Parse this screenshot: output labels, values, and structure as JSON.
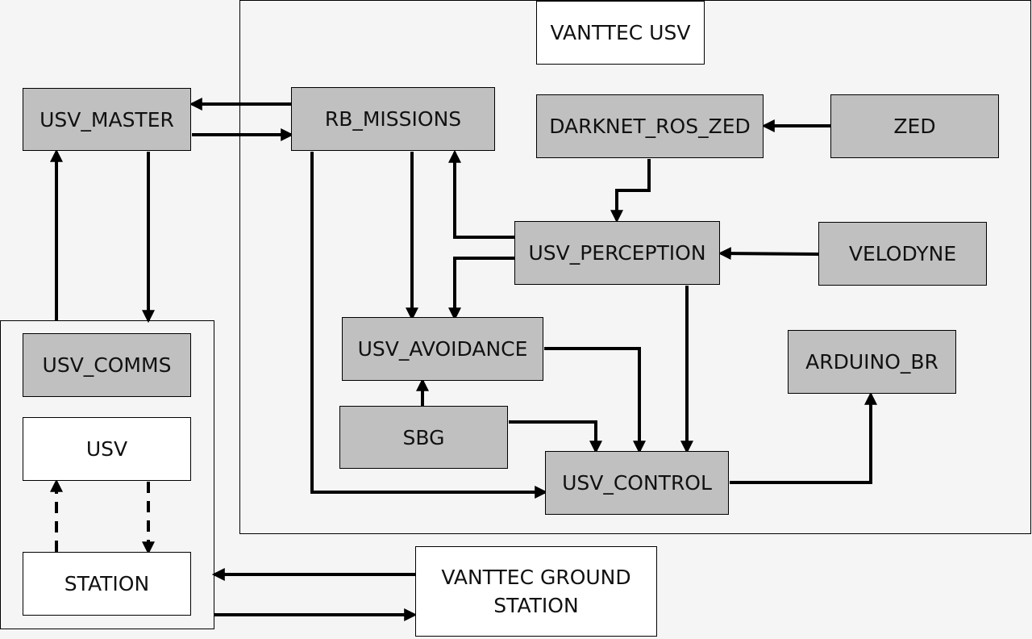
{
  "diagram": {
    "nodes": {
      "vanttec_usv_title": "VANTTEC USV",
      "usv_master": "USV_MASTER",
      "rb_missions": "RB_MISSIONS",
      "darknet_ros_zed": "DARKNET_ROS_ZED",
      "zed": "ZED",
      "usv_perception": "USV_PERCEPTION",
      "velodyne": "VELODYNE",
      "usv_avoidance": "USV_AVOIDANCE",
      "arduino_br": "ARDUINO_BR",
      "sbg": "SBG",
      "usv_control": "USV_CONTROL",
      "usv_comms": "USV_COMMS",
      "usv": "USV",
      "station": "STATION",
      "vanttec_ground_station": "VANTTEC GROUND\nSTATION"
    },
    "colors": {
      "processing_node": "#c0c0c0",
      "io_node": "#ffffff",
      "background": "#f5f5f5",
      "line": "#000000"
    },
    "connections": [
      {
        "from": "rb_missions",
        "to": "usv_master",
        "style": "solid"
      },
      {
        "from": "usv_master",
        "to": "rb_missions",
        "style": "solid"
      },
      {
        "from": "zed",
        "to": "darknet_ros_zed",
        "style": "solid"
      },
      {
        "from": "darknet_ros_zed",
        "to": "usv_perception",
        "style": "solid"
      },
      {
        "from": "velodyne",
        "to": "usv_perception",
        "style": "solid"
      },
      {
        "from": "usv_perception",
        "to": "rb_missions",
        "style": "solid"
      },
      {
        "from": "usv_perception",
        "to": "usv_avoidance",
        "style": "solid"
      },
      {
        "from": "rb_missions",
        "to": "usv_avoidance",
        "style": "solid"
      },
      {
        "from": "rb_missions",
        "to": "usv_control",
        "style": "solid"
      },
      {
        "from": "usv_perception",
        "to": "usv_control",
        "style": "solid"
      },
      {
        "from": "usv_avoidance",
        "to": "usv_control",
        "style": "solid"
      },
      {
        "from": "sbg",
        "to": "usv_avoidance",
        "style": "solid"
      },
      {
        "from": "sbg",
        "to": "usv_control",
        "style": "solid"
      },
      {
        "from": "usv_control",
        "to": "arduino_br",
        "style": "solid"
      },
      {
        "from": "usv_comms",
        "to": "usv_master",
        "style": "solid"
      },
      {
        "from": "usv_master",
        "to": "usv_comms",
        "style": "solid"
      },
      {
        "from": "station",
        "to": "usv",
        "style": "dashed"
      },
      {
        "from": "usv",
        "to": "station",
        "style": "dashed"
      },
      {
        "from": "vanttec_ground_station",
        "to": "station",
        "style": "solid"
      },
      {
        "from": "station",
        "to": "vanttec_ground_station",
        "style": "solid"
      }
    ]
  }
}
